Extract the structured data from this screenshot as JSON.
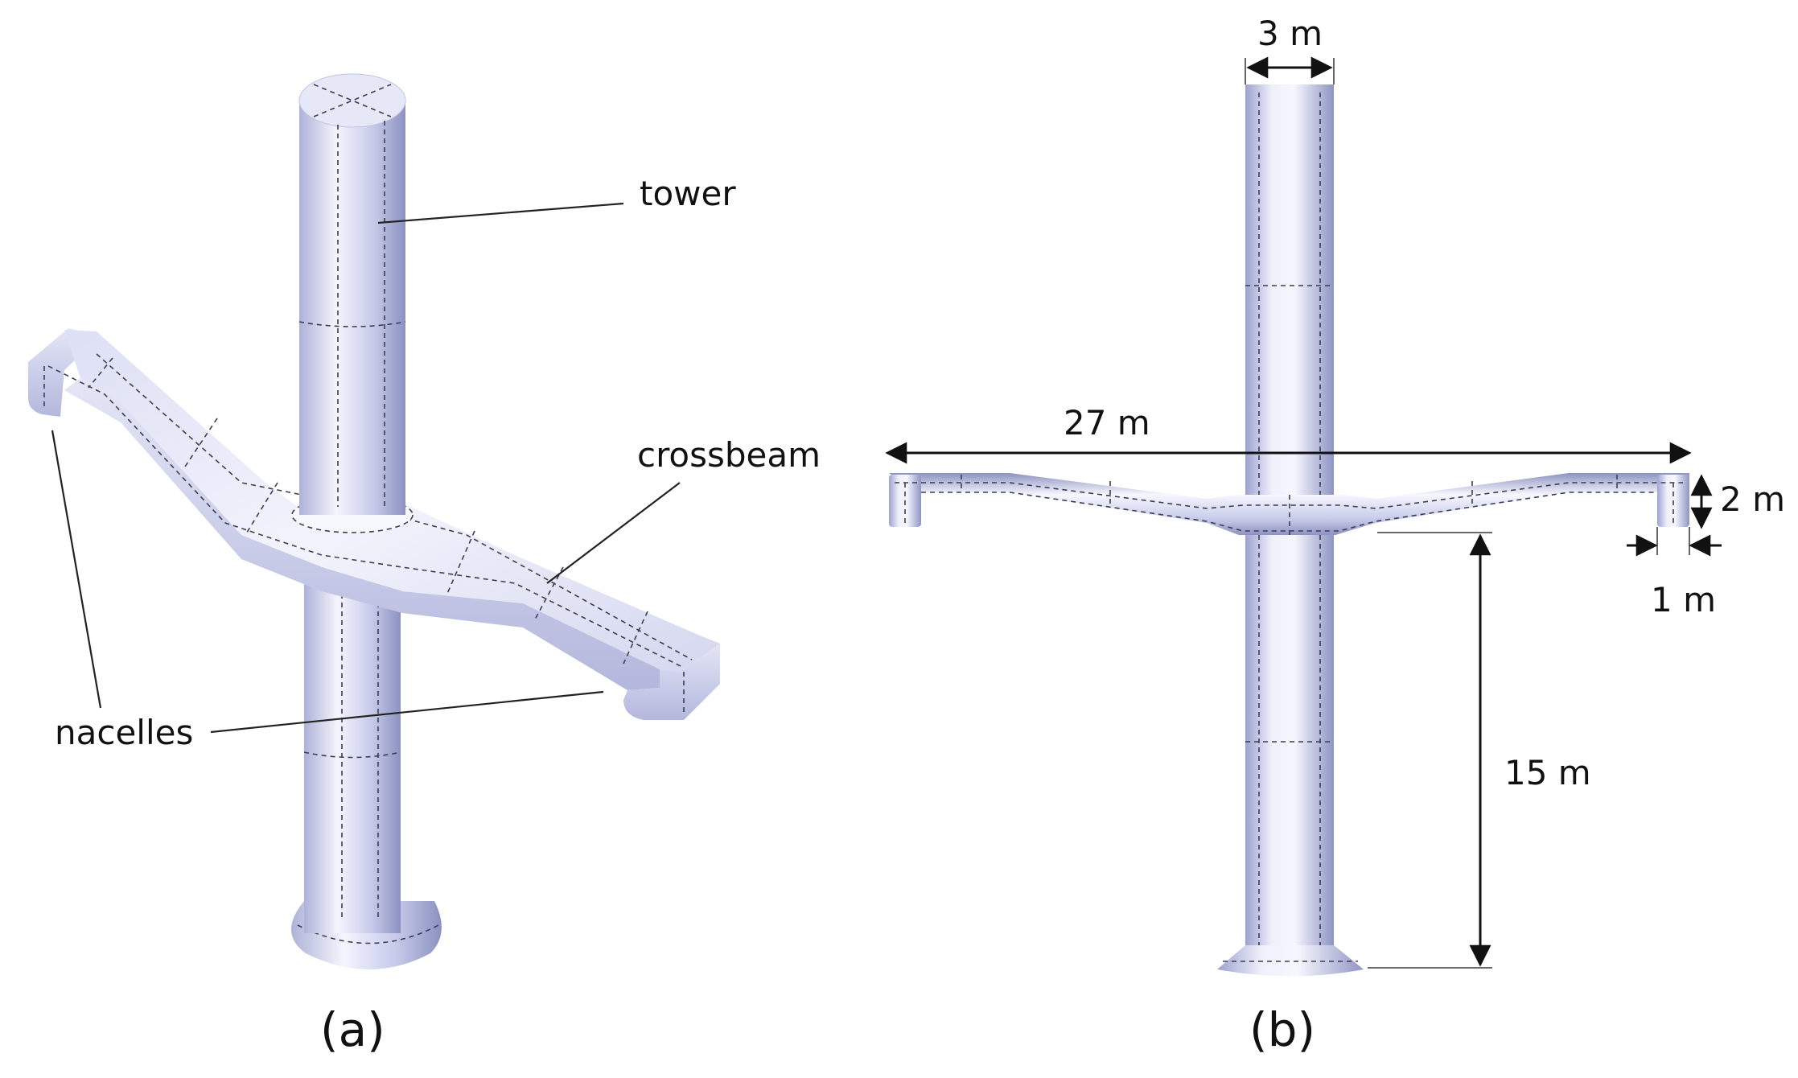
{
  "figure": {
    "panel_a": {
      "caption": "(a)",
      "labels": {
        "tower": "tower",
        "crossbeam": "crossbeam",
        "nacelles": "nacelles"
      }
    },
    "panel_b": {
      "caption": "(b)",
      "dimensions": {
        "tower_diameter": "3 m",
        "span": "27 m",
        "nacelle_height": "2 m",
        "nacelle_width": "1 m",
        "height_to_base": "15 m"
      }
    }
  },
  "colors": {
    "surface_light": "#eef0fb",
    "surface_mid": "#c4c8e8",
    "surface_dark": "#8e93c2",
    "edge_lines": "#3a3d55"
  }
}
